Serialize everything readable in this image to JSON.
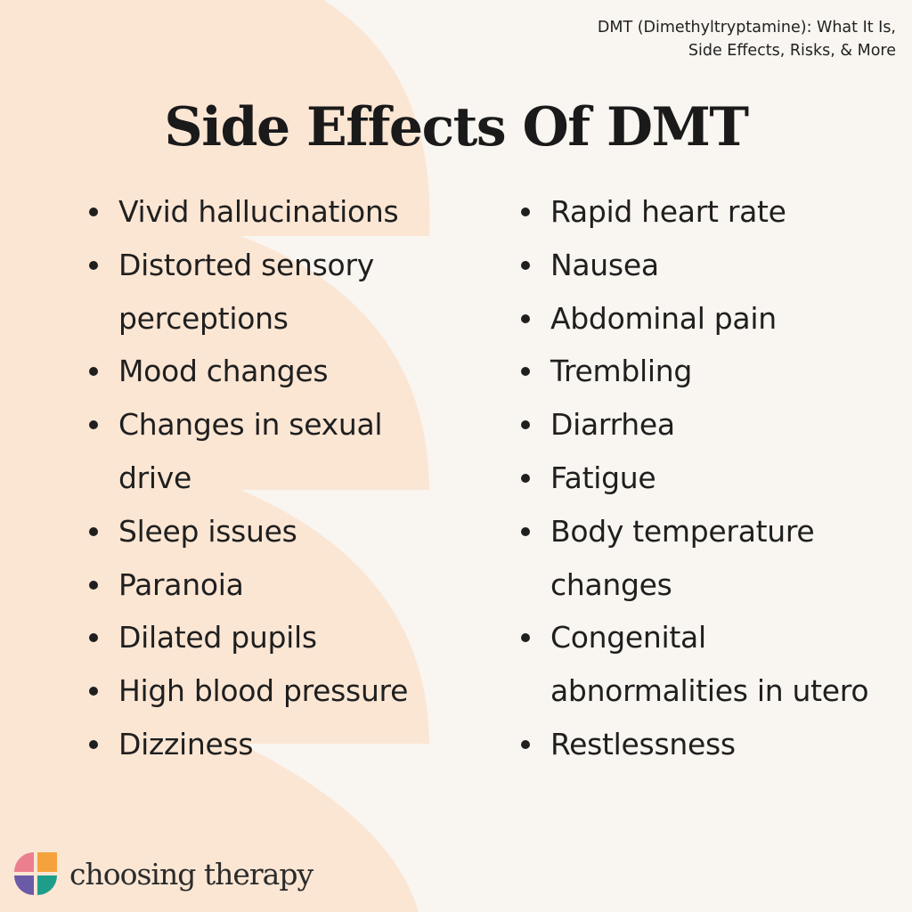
{
  "source": {
    "line1": "DMT (Dimethyltryptamine): What It Is,",
    "line2": "Side Effects, Risks, & More"
  },
  "title": "Side Effects Of DMT",
  "left_list": [
    "Vivid hallucinations",
    "Distorted sensory perceptions",
    "Mood changes",
    "Changes in sexual drive",
    "Sleep issues",
    "Paranoia",
    "Dilated pupils",
    "High blood pressure",
    "Dizziness"
  ],
  "right_list": [
    "Rapid heart rate",
    "Nausea",
    "Abdominal pain",
    "Trembling",
    "Diarrhea",
    "Fatigue",
    "Body temperature changes",
    "Congenital abnormalities in utero",
    "Restlessness"
  ],
  "brand": {
    "name": "choosing therapy",
    "logo_icon": "choosing-therapy-logo-icon"
  },
  "colors": {
    "background": "#f9f5f0",
    "shape": "#fbe6d4",
    "text": "#1f1f1f",
    "logo_pink": "#ec7f8e",
    "logo_orange": "#f5a23c",
    "logo_purple": "#6a5aa8",
    "logo_teal": "#1e9e8a"
  }
}
